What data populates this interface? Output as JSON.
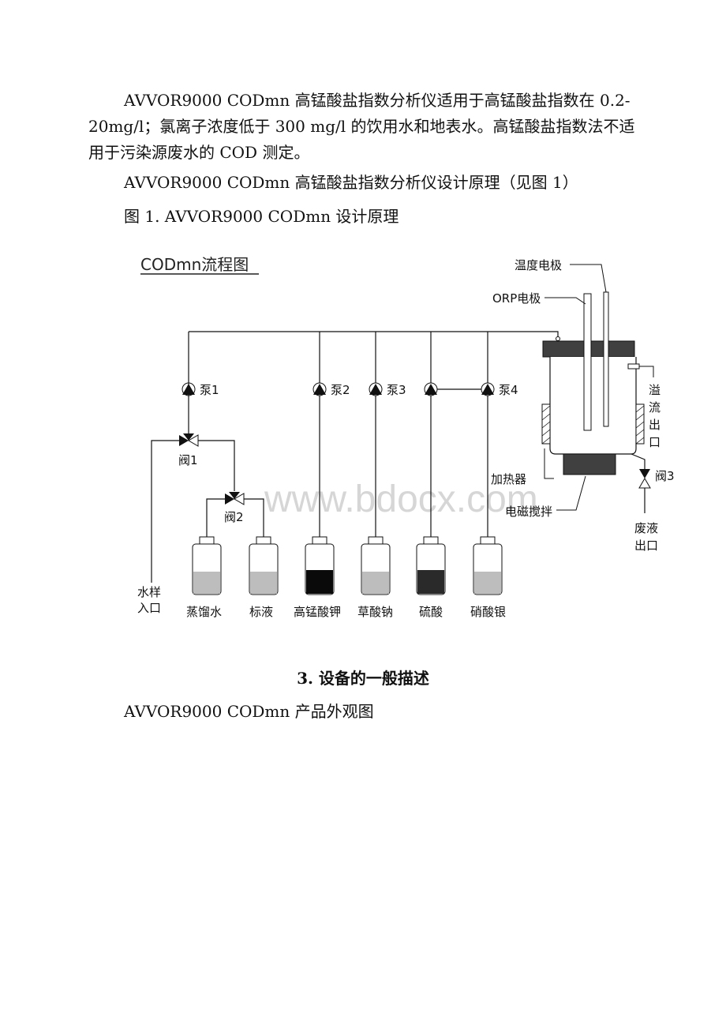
{
  "text": {
    "p1": "AVVOR9000 CODmn 高锰酸盐指数分析仪适用于高锰酸盐指数在 0.2-20mg/l；氯离子浓度低于 300 mg/l 的饮用水和地表水。高锰酸盐指数法不适用于污染源废水的 COD 测定。",
    "p2": "AVVOR9000 CODmn 高锰酸盐指数分析仪设计原理（见图 1）",
    "p3": "图 1. AVVOR9000 CODmn 设计原理",
    "section_heading": "3. 设备的一般描述",
    "p4": "AVVOR9000 CODmn 产品外观图"
  },
  "diagram": {
    "title": "CODmn流程图",
    "pumps": [
      "泵1",
      "泵2",
      "泵3",
      "泵4"
    ],
    "valves": [
      "阀1",
      "阀2",
      "阀3"
    ],
    "bottles": [
      "蒸馏水",
      "标液",
      "高锰酸钾",
      "草酸钠",
      "硫酸",
      "硝酸银"
    ],
    "inlet": [
      "水样",
      "入口"
    ],
    "electrodes": {
      "temp": "温度电极",
      "orp": "ORP电极"
    },
    "heater": "加热器",
    "stirrer": "电磁搅拌",
    "overflow": [
      "溢",
      "流",
      "出",
      "口"
    ],
    "waste": [
      "废液",
      "出口"
    ],
    "watermark": "www.bdocx.com"
  }
}
